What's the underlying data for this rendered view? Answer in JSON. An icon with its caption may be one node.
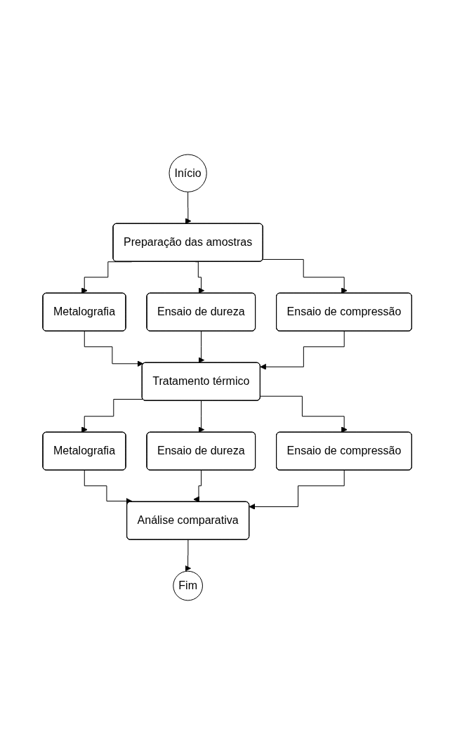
{
  "diagram": {
    "nodes": [
      {
        "text": [
          "Início"
        ]
      },
      {
        "text": [
          "Preparação das amostras"
        ]
      },
      {
        "text": [
          "Metalografia"
        ]
      },
      {
        "text": [
          "Ensaio de dureza"
        ]
      },
      {
        "text": [
          "Ensaio de compressão"
        ]
      },
      {
        "text": [
          "Tratamento térmico"
        ]
      },
      {
        "text": [
          "Metalografia"
        ]
      },
      {
        "text": [
          "Ensaio de dureza"
        ]
      },
      {
        "text": [
          "Ensaio de compressão"
        ]
      },
      {
        "text": [
          "Análise comparativa"
        ]
      },
      {
        "text": [
          "Fim"
        ]
      }
    ],
    "edges": [
      {
        "from": 0,
        "to": 1,
        "arrow": "to"
      },
      {
        "from": 1,
        "to": 2,
        "arrow": "to"
      },
      {
        "from": 1,
        "to": 3,
        "arrow": "to"
      },
      {
        "from": 1,
        "to": 4,
        "arrow": "to"
      },
      {
        "from": 2,
        "to": 5,
        "arrow": "to"
      },
      {
        "from": 3,
        "to": 5,
        "arrow": "to"
      },
      {
        "from": 4,
        "to": 5,
        "arrow": "to"
      },
      {
        "from": 5,
        "to": 6,
        "arrow": "to"
      },
      {
        "from": 5,
        "to": 7,
        "arrow": "to"
      },
      {
        "from": 5,
        "to": 8,
        "arrow": "to"
      },
      {
        "from": 6,
        "to": 9,
        "arrow": "to"
      },
      {
        "from": 7,
        "to": 9,
        "arrow": "to"
      },
      {
        "from": 8,
        "to": 9,
        "arrow": "to"
      },
      {
        "from": 9,
        "to": 10,
        "arrow": "to"
      }
    ]
  }
}
